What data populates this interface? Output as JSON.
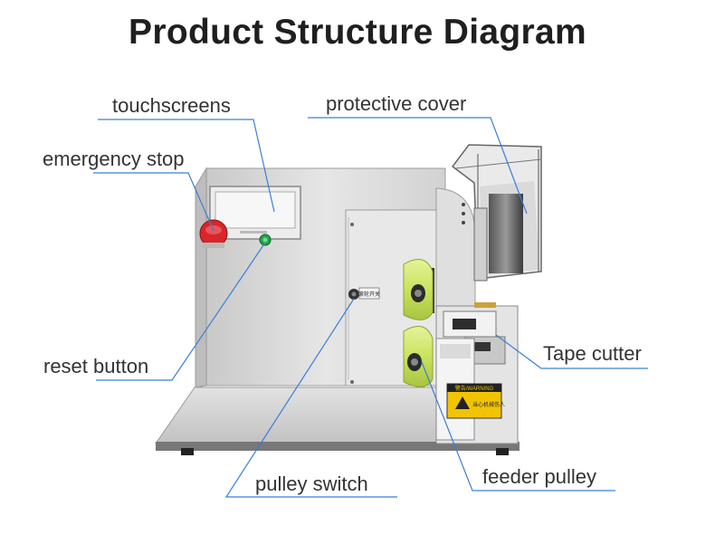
{
  "title": "Product Structure Diagram",
  "labels": {
    "touchscreens": "touchscreens",
    "protective_cover": "protective cover",
    "emergency_stop": "emergency stop",
    "reset_button": "reset button",
    "tape_cutter": "Tape cutter",
    "pulley_switch": "pulley switch",
    "feeder_pulley": "feeder pulley"
  },
  "decals": {
    "warning_header": "警告/WARNING",
    "warning_text": "当心机械伤人",
    "switch_plate": "滚轮开关"
  },
  "colors": {
    "leader_line": "#3a7fd5",
    "machine_body": "#dcdcdc",
    "feeder_roller": "#cde86a",
    "estop_red": "#d8262a",
    "reset_green": "#1fa64a",
    "warning_yellow": "#f2c400"
  }
}
